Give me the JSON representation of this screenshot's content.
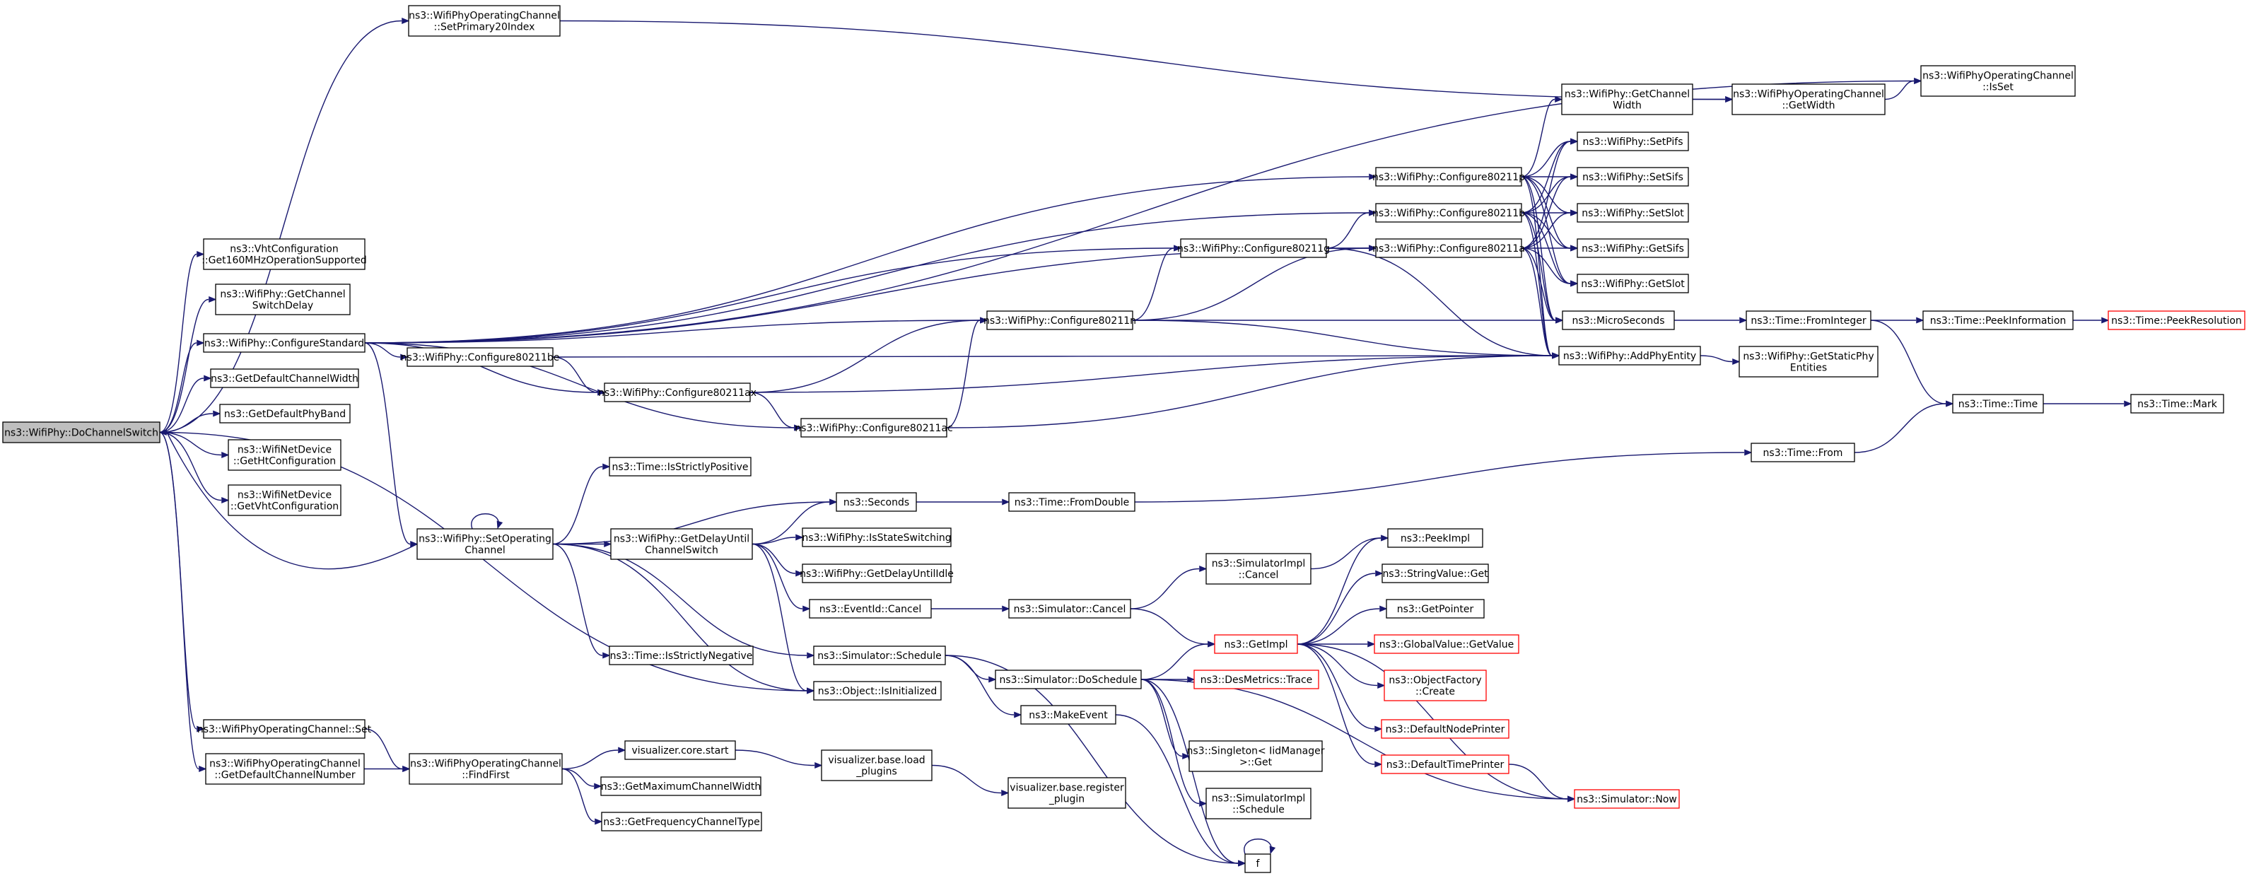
{
  "graph_title": "Call graph",
  "colors": {
    "edge": "#191970",
    "node_border": "#000000",
    "missing_border": "#ff0000",
    "root_fill": "#bfbfbf",
    "node_fill": "#ffffff"
  },
  "nodes": {
    "root": [
      "ns3::WifiPhy::DoChannelSwitch"
    ],
    "setPrimary20": [
      "ns3::WifiPhyOperatingChannel",
      "::SetPrimary20Index"
    ],
    "isSet": [
      "ns3::WifiPhyOperatingChannel",
      "::IsSet"
    ],
    "getWidthOC": [
      "ns3::WifiPhyOperatingChannel",
      "::GetWidth"
    ],
    "getChannelWidth": [
      "ns3::WifiPhy::GetChannel",
      "Width"
    ],
    "vhtConfig": [
      "ns3::VhtConfiguration",
      "::Get160MHzOperationSupported"
    ],
    "getChannelSwitchDelay": [
      "ns3::WifiPhy::GetChannel",
      "SwitchDelay"
    ],
    "configureStandard": [
      "ns3::WifiPhy::ConfigureStandard"
    ],
    "getDefaultChannelWidth": [
      "ns3::GetDefaultChannelWidth"
    ],
    "getDefaultPhyBand": [
      "ns3::GetDefaultPhyBand"
    ],
    "getHtConfig": [
      "ns3::WifiNetDevice",
      "::GetHtConfiguration"
    ],
    "getVhtConfig": [
      "ns3::WifiNetDevice",
      "::GetVhtConfiguration"
    ],
    "configure80211p": [
      "ns3::WifiPhy::Configure80211p"
    ],
    "configure80211b": [
      "ns3::WifiPhy::Configure80211b"
    ],
    "configure80211a": [
      "ns3::WifiPhy::Configure80211a"
    ],
    "configure80211g": [
      "ns3::WifiPhy::Configure80211g"
    ],
    "configure80211n": [
      "ns3::WifiPhy::Configure80211n"
    ],
    "configure80211be": [
      "ns3::WifiPhy::Configure80211be"
    ],
    "configure80211ax": [
      "ns3::WifiPhy::Configure80211ax"
    ],
    "configure80211ac": [
      "ns3::WifiPhy::Configure80211ac"
    ],
    "setPifs": [
      "ns3::WifiPhy::SetPifs"
    ],
    "setSifs": [
      "ns3::WifiPhy::SetSifs"
    ],
    "setSlot": [
      "ns3::WifiPhy::SetSlot"
    ],
    "getSifs": [
      "ns3::WifiPhy::GetSifs"
    ],
    "getSlot": [
      "ns3::WifiPhy::GetSlot"
    ],
    "microSeconds": [
      "ns3::MicroSeconds"
    ],
    "addPhyEntity": [
      "ns3::WifiPhy::AddPhyEntity"
    ],
    "getStaticPhyEntities": [
      "ns3::WifiPhy::GetStaticPhy",
      "Entities"
    ],
    "fromInteger": [
      "ns3::Time::FromInteger"
    ],
    "peekInformation": [
      "ns3::Time::PeekInformation"
    ],
    "peekResolution": [
      "ns3::Time::PeekResolution"
    ],
    "timeTime": [
      "ns3::Time::Time"
    ],
    "timeMark": [
      "ns3::Time::Mark"
    ],
    "timeFrom": [
      "ns3::Time::From"
    ],
    "isStrictlyPositive": [
      "ns3::Time::IsStrictlyPositive"
    ],
    "seconds": [
      "ns3::Seconds"
    ],
    "fromDouble": [
      "ns3::Time::FromDouble"
    ],
    "setOperatingChannel": [
      "ns3::WifiPhy::SetOperating",
      "Channel"
    ],
    "getDelayUntil": [
      "ns3::WifiPhy::GetDelayUntil",
      "ChannelSwitch"
    ],
    "isStateSwitching": [
      "ns3::WifiPhy::IsStateSwitching"
    ],
    "getDelayUntilIdle": [
      "ns3::WifiPhy::GetDelayUntilIdle"
    ],
    "eventIdCancel": [
      "ns3::EventId::Cancel"
    ],
    "simulatorCancel": [
      "ns3::Simulator::Cancel"
    ],
    "simImplCancel": [
      "ns3::SimulatorImpl",
      "::Cancel"
    ],
    "isStrictlyNegative": [
      "ns3::Time::IsStrictlyNegative"
    ],
    "simulatorSchedule": [
      "ns3::Simulator::Schedule"
    ],
    "isInitialized": [
      "ns3::Object::IsInitialized"
    ],
    "simulatorDoSchedule": [
      "ns3::Simulator::DoSchedule"
    ],
    "makeEvent": [
      "ns3::MakeEvent"
    ],
    "peekImpl": [
      "ns3::PeekImpl"
    ],
    "stringValueGet": [
      "ns3::StringValue::Get"
    ],
    "getPointer": [
      "ns3::GetPointer"
    ],
    "getImpl": [
      "ns3::GetImpl"
    ],
    "globalValueGetValue": [
      "ns3::GlobalValue::GetValue"
    ],
    "desMetricsTrace": [
      "ns3::DesMetrics::Trace"
    ],
    "objectFactoryCreate": [
      "ns3::ObjectFactory",
      "::Create"
    ],
    "defaultNodePrinter": [
      "ns3::DefaultNodePrinter"
    ],
    "defaultTimePrinter": [
      "ns3::DefaultTimePrinter"
    ],
    "simulatorNow": [
      "ns3::Simulator::Now"
    ],
    "singletonGet": [
      "ns3::Singleton< IidManager",
      " >::Get"
    ],
    "simImplSchedule": [
      "ns3::SimulatorImpl",
      "::Schedule"
    ],
    "f": [
      "f"
    ],
    "opChannelSet": [
      "ns3::WifiPhyOperatingChannel::Set"
    ],
    "getDefaultChannelNumber": [
      "ns3::WifiPhyOperatingChannel",
      "::GetDefaultChannelNumber"
    ],
    "findFirst": [
      "ns3::WifiPhyOperatingChannel",
      "::FindFirst"
    ],
    "vizCoreStart": [
      "visualizer.core.start"
    ],
    "getMaximumChannelWidth": [
      "ns3::GetMaximumChannelWidth"
    ],
    "getFrequencyChannelType": [
      "ns3::GetFrequencyChannelType"
    ],
    "vizLoadPlugins": [
      "visualizer.base.load",
      "_plugins"
    ],
    "vizRegisterPlugin": [
      "visualizer.base.register",
      "_plugin"
    ]
  }
}
